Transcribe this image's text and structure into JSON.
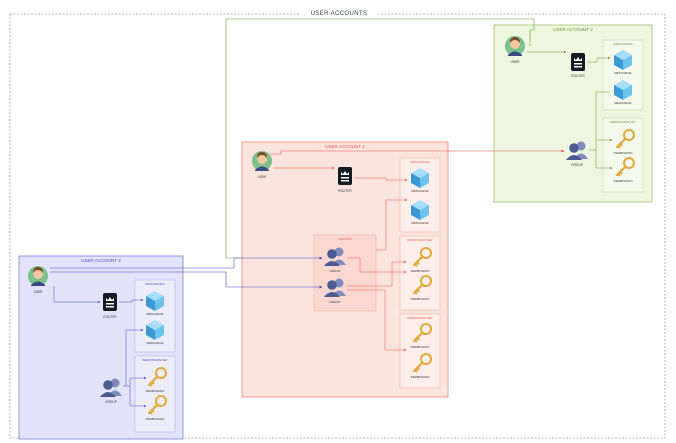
{
  "title": "USER ACCOUNTS",
  "accounts": {
    "a1": {
      "title": "USER ACCOUNT 1",
      "user_label": "USER",
      "router_label": "ROUTER",
      "resources_title": "RESOURCES",
      "resource_labels": [
        "RESOURCE",
        "RESOURCE"
      ],
      "groups_title": "GROUPS",
      "group_labels": [
        "GROUP",
        "GROUP"
      ],
      "permset_titles": [
        "PERMISSION SET",
        "PERMISSION SET"
      ],
      "permission_labels": [
        "PERMISSION",
        "PERMISSION",
        "PERMISSION",
        "PERMISSION"
      ]
    },
    "a2": {
      "title": "USER ACCOUNT 2",
      "user_label": "USER",
      "router_label": "ROUTER",
      "resources_title": "RESOURCES",
      "resource_labels": [
        "RESOURCE",
        "RESOURCE"
      ],
      "group_label": "GROUP",
      "permset_title": "PERMISSION SET",
      "permission_labels": [
        "PERMISSION",
        "PERMISSION"
      ]
    },
    "a3": {
      "title": "USER ACCOUNT 3",
      "user_label": "USER",
      "router_label": "ROUTER",
      "resources_title": "RESOURCES",
      "resource_labels": [
        "RESOURCE",
        "RESOURCE"
      ],
      "group_label": "GROUP",
      "permset_title": "PERMISSION SET",
      "permission_labels": [
        "PERMISSION",
        "PERMISSION"
      ]
    }
  },
  "colors": {
    "outer_border": "#9aa4b4",
    "a1_fill": "#fce4de",
    "a1_border": "#f08070",
    "a1_accent": "#e8574a",
    "a2_fill": "#eff6df",
    "a2_border": "#9cc26b",
    "a2_accent": "#5f9a2e",
    "a3_fill": "#e3e3fb",
    "a3_border": "#7d7dd8",
    "a3_accent": "#4d4dc4",
    "cube": "#5bb5e8",
    "key": "#e8b040",
    "user_person": "#3a4a80"
  },
  "icons": [
    "user-icon",
    "router-icon",
    "resource-cube-icon",
    "group-icon",
    "permission-key-icon"
  ]
}
